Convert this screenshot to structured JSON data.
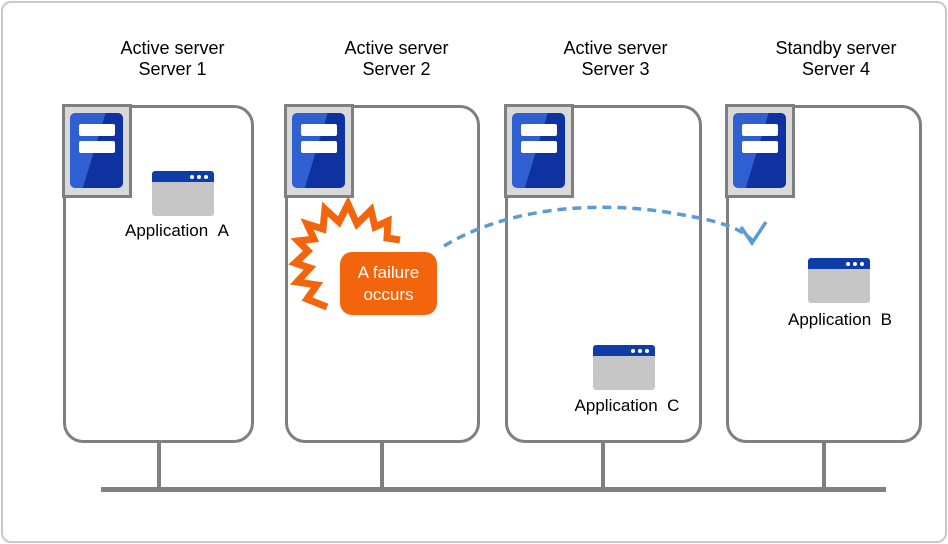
{
  "servers": [
    {
      "role": "Active server",
      "name": "Server 1",
      "app": "Application  A"
    },
    {
      "role": "Active server",
      "name": "Server 2"
    },
    {
      "role": "Active server",
      "name": "Server 3",
      "app": "Application  C"
    },
    {
      "role": "Standby server",
      "name": "Server 4",
      "app": "Application  B"
    }
  ],
  "failure": {
    "label": "A failure occurs"
  },
  "colors": {
    "orange": "#f2650d",
    "arrow_blue": "#5b9bd5",
    "tower_blue_light": "#2f5fd0",
    "tower_blue_dark": "#0e33a0",
    "titlebar_blue": "#0f3da8",
    "window_body_gray": "#c6c6c6",
    "line_gray": "#7f7f7f",
    "icon_bg_gray": "#d9d9d9",
    "text_black": "#000000"
  }
}
